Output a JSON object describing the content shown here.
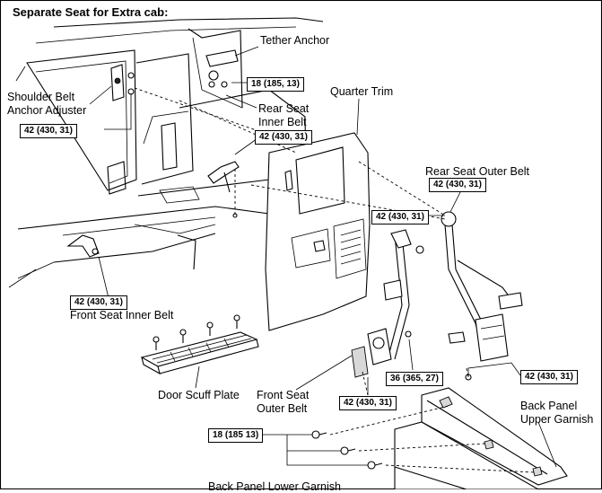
{
  "title": "Separate Seat for Extra cab:",
  "labels": {
    "tether_anchor": "Tether Anchor",
    "shoulder_belt_1": "Shoulder Belt",
    "shoulder_belt_2": "Anchor Adjuster",
    "quarter_trim": "Quarter Trim",
    "rear_inner_1": "Rear Seat",
    "rear_inner_2": "Inner Belt",
    "rear_outer": "Rear Seat Outer Belt",
    "front_inner": "Front Seat Inner Belt",
    "door_scuff": "Door Scuff Plate",
    "front_outer_1": "Front Seat",
    "front_outer_2": "Outer Belt",
    "back_upper_1": "Back Panel",
    "back_upper_2": "Upper Garnish",
    "back_lower": "Back Panel Lower Garnish"
  },
  "torques": {
    "t1": "18 (185, 13)",
    "t2": "42 (430, 31)",
    "t3": "42 (430, 31)",
    "t4": "42 (430, 31)",
    "t5": "42 (430, 31)",
    "t6": "42 (430, 31)",
    "t7": "42 (430, 31)",
    "t8": "36 (365, 27)",
    "t9": "42 (430, 31)",
    "t10": "18 (185 13)"
  }
}
